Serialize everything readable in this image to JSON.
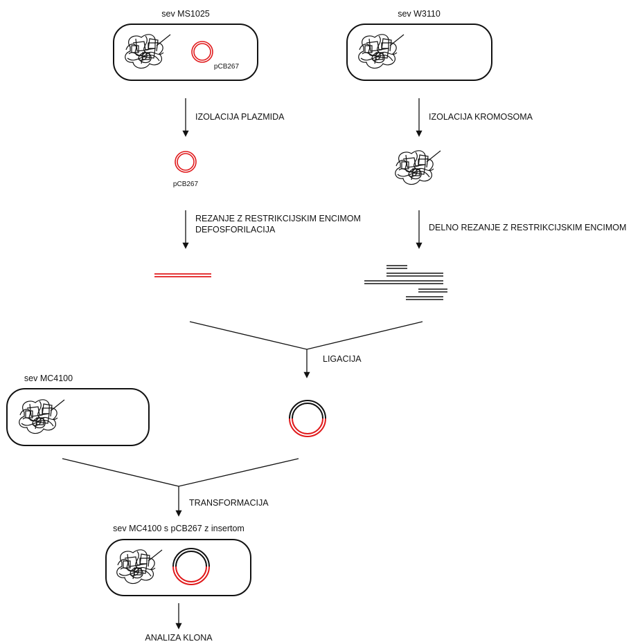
{
  "colors": {
    "plasmid": "#e0191b",
    "dna": "#111111"
  },
  "strains": {
    "ms1025": "sev MS1025",
    "w3110": "sev W3110",
    "mc4100": "sev MC4100",
    "result": "sev MC4100 s pCB267 z insertom"
  },
  "plasmid_label": "pCB267",
  "steps": {
    "isolate_plasmid": "IZOLACIJA PLAZMIDA",
    "isolate_chromosome": "IZOLACIJA KROMOSOMA",
    "restriction_cut": "REZANJE Z RESTRIKCIJSKIM ENCIMOM",
    "dephosphorylation": "DEFOSFORILACIJA",
    "partial_cut": "DELNO REZANJE Z RESTRIKCIJSKIM ENCIMOM",
    "ligation": "LIGACIJA",
    "transformation": "TRANSFORMACIJA",
    "analysis": "ANALIZA KLONA"
  }
}
